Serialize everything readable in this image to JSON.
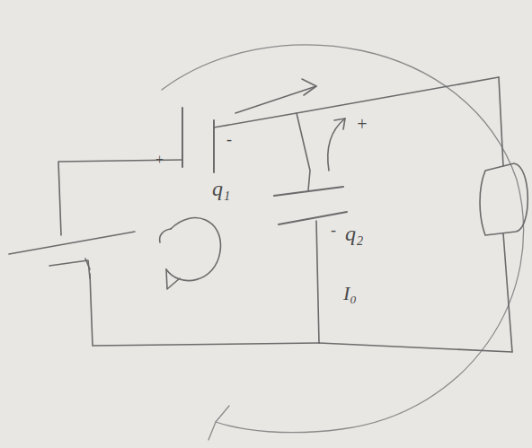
{
  "diagram": {
    "labels": [
      "+",
      "-",
      "q₁",
      "+",
      "-",
      "q₂",
      "I₀"
    ]
  }
}
